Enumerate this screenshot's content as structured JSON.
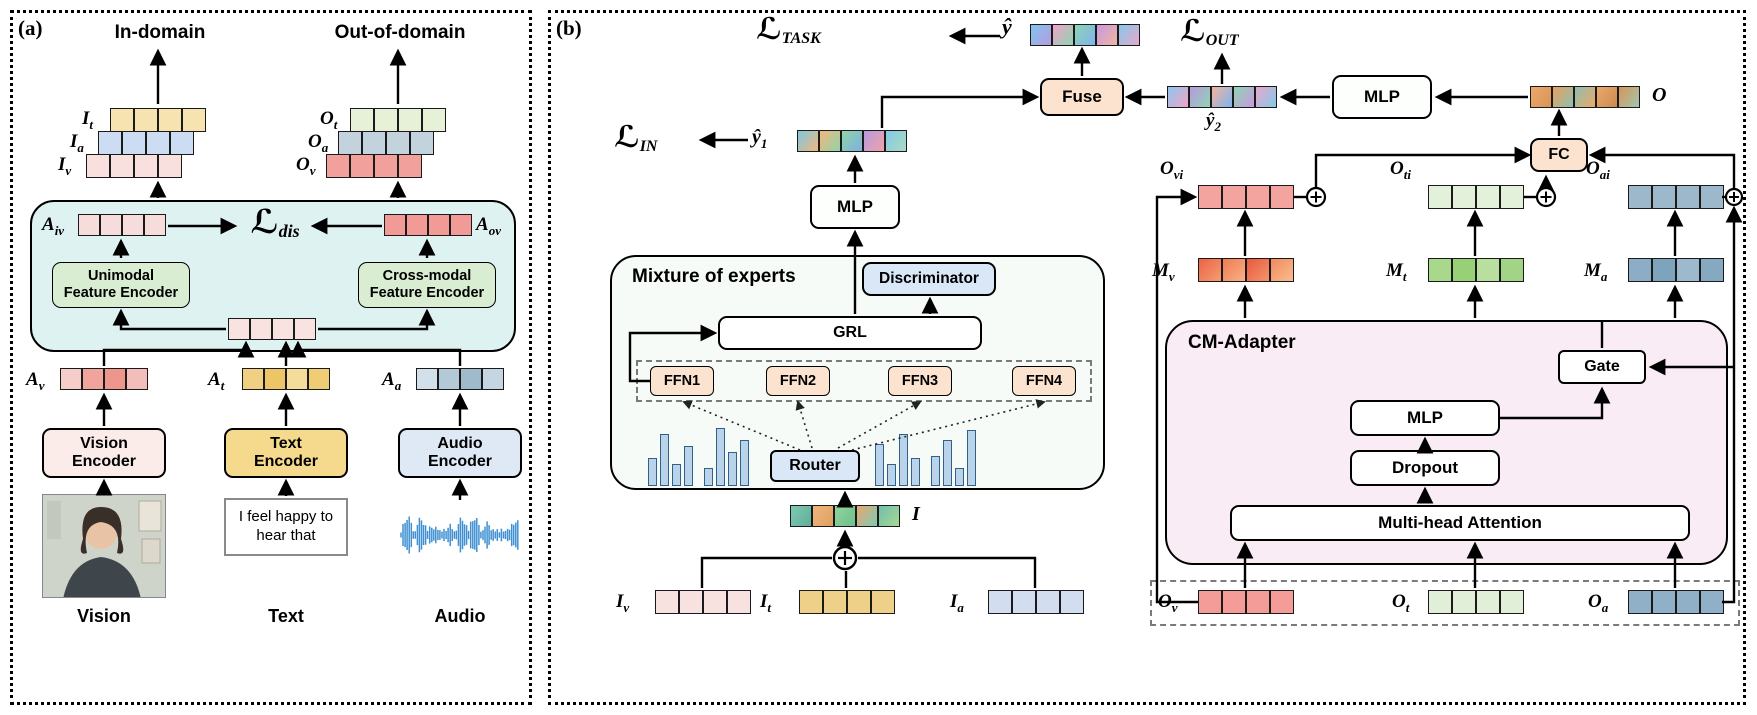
{
  "panel_a": {
    "tag": "(a)",
    "in_domain": "In-domain",
    "out_domain": "Out-of-domain",
    "loss_dis": {
      "l": "ℒ",
      "sub": "dis"
    },
    "rows": {
      "it": {
        "base": "I",
        "sub": "t",
        "cells": [
          "#f7e3b0",
          "#f7e3b0",
          "#f7e3b0",
          "#f7e3b0"
        ]
      },
      "ia": {
        "base": "I",
        "sub": "a",
        "cells": [
          "#ccdcf2",
          "#ccdcf2",
          "#ccdcf2",
          "#ccdcf2"
        ]
      },
      "iv": {
        "base": "I",
        "sub": "v",
        "cells": [
          "#f7e0de",
          "#f7e0de",
          "#f7e0de",
          "#f7e0de"
        ]
      },
      "ot": {
        "base": "O",
        "sub": "t",
        "cells": [
          "#e6f1d8",
          "#e6f1d8",
          "#e6f1d8",
          "#e6f1d8"
        ]
      },
      "oa": {
        "base": "O",
        "sub": "a",
        "cells": [
          "#c3d3dd",
          "#c3d3dd",
          "#c3d3dd",
          "#c3d3dd"
        ]
      },
      "ov": {
        "base": "O",
        "sub": "v",
        "cells": [
          "#f2a09b",
          "#f2a09b",
          "#f2a09b",
          "#f2a09b"
        ]
      },
      "aiv": {
        "base": "A",
        "sub": "iv",
        "cells": [
          "#f6dcda",
          "#f6dcda",
          "#f6dcda",
          "#f6dcda"
        ]
      },
      "aov": {
        "base": "A",
        "sub": "ov",
        "cells": [
          "#f29b96",
          "#f29b96",
          "#f29b96",
          "#f29b96"
        ]
      },
      "center": {
        "cells": [
          "#f8e3e1",
          "#f8e3e1",
          "#f8e3e1",
          "#f8e3e1"
        ]
      },
      "av": {
        "base": "A",
        "sub": "v",
        "cells": [
          "#f5cdc9",
          "#f0a49c",
          "#ee958c",
          "#f3beb9"
        ]
      },
      "at": {
        "base": "A",
        "sub": "t",
        "cells": [
          "#f0d184",
          "#ecc567",
          "#f4dc9b",
          "#eecd75"
        ]
      },
      "aa": {
        "base": "A",
        "sub": "a",
        "cells": [
          "#d2e0eb",
          "#b4c9d8",
          "#9fbacb",
          "#c5d5e2"
        ]
      }
    },
    "unimodal": {
      "line1": "Unimodal",
      "line2": "Feature Encoder"
    },
    "crossmodal": {
      "line1": "Cross-modal",
      "line2": "Feature Encoder"
    },
    "vision_encoder": {
      "line1": "Vision",
      "line2": "Encoder"
    },
    "text_encoder": {
      "line1": "Text",
      "line2": "Encoder"
    },
    "audio_encoder": {
      "line1": "Audio",
      "line2": "Encoder"
    },
    "text_sample": "I feel happy to hear that",
    "vision_label": "Vision",
    "text_label": "Text",
    "audio_label": "Audio"
  },
  "panel_b": {
    "tag": "(b)",
    "loss_task": {
      "l": "ℒ",
      "sub": "TASK"
    },
    "loss_out": {
      "l": "ℒ",
      "sub": "OUT"
    },
    "loss_in": {
      "l": "ℒ",
      "sub": "IN"
    },
    "fuse_label": "Fuse",
    "mlp_top_label": "MLP",
    "mlp_mid_label": "MLP",
    "fc_label": "FC",
    "moe": {
      "title": "Mixture of experts",
      "discriminator": "Discriminator",
      "grl": "GRL",
      "ffn1": "FFN1",
      "ffn2": "FFN2",
      "ffn3": "FFN3",
      "ffn4": "FFN4",
      "router": "Router",
      "histograms": [
        [
          28,
          52,
          22,
          40
        ],
        [
          18,
          58,
          34,
          46
        ],
        [
          42,
          22,
          52,
          28
        ],
        [
          30,
          46,
          18,
          56
        ]
      ]
    },
    "cm": {
      "title": "CM-Adapter",
      "gate": "Gate",
      "mlp": "MLP",
      "dropout": "Dropout",
      "mha": "Multi-head Attention"
    },
    "rows": {
      "yhat": {
        "base": "ŷ",
        "cells": [
          "linear-gradient(125deg,#7fc6ee,#b79ade)",
          "linear-gradient(125deg,#f0a3c8,#8fd4b2)",
          "linear-gradient(125deg,#8fd4b2,#7fb4ee)",
          "linear-gradient(125deg,#c79ae0,#f2b4a0)",
          "linear-gradient(125deg,#86c8e8,#e8a8cc)"
        ]
      },
      "yhat2": {
        "base": "ŷ",
        "sub": "2",
        "cells": [
          "linear-gradient(125deg,#8fc6ee,#f0a3c8)",
          "linear-gradient(125deg,#b79ade,#8fd4b2)",
          "linear-gradient(125deg,#f2b4a0,#7fb4ee)",
          "linear-gradient(125deg,#8fd4b2,#c79ae0)",
          "linear-gradient(125deg,#e8a8cc,#86c8e8)"
        ]
      },
      "yhat1": {
        "base": "ŷ",
        "sub": "1",
        "cells": [
          "linear-gradient(125deg,#7ec8e0,#f2b67e)",
          "linear-gradient(125deg,#f2b67e,#8fd4a8)",
          "linear-gradient(125deg,#8fd4a8,#7fb0e0)",
          "linear-gradient(125deg,#b79ade,#f0a3a8)",
          "linear-gradient(125deg,#86c8e8,#a8dcc0)"
        ]
      },
      "o_top": {
        "base": "O",
        "cells": [
          "linear-gradient(125deg,#eda86a,#d89558)",
          "linear-gradient(125deg,#e8a060,#8fbfae)",
          "linear-gradient(125deg,#8fbfae,#eda86a)",
          "linear-gradient(125deg,#eda86a,#c98a50)",
          "linear-gradient(125deg,#d89558,#9fc7b2)"
        ]
      },
      "i_mid": {
        "base": "I",
        "cells": [
          "linear-gradient(125deg,#7fc9b4,#5fae9a)",
          "linear-gradient(125deg,#f0b57e,#e0a060)",
          "linear-gradient(125deg,#8fd4a0,#6fbf8a)",
          "linear-gradient(125deg,#e8a870,#7fc9b4)",
          "linear-gradient(125deg,#6fbfae,#a8d890)"
        ]
      },
      "iv": {
        "base": "I",
        "sub": "v",
        "cells": [
          "#f7e2e0",
          "#f7e2e0",
          "#f7e2e0",
          "#f7e2e0"
        ]
      },
      "it": {
        "base": "I",
        "sub": "t",
        "cells": [
          "#efd088",
          "#efd088",
          "#efd088",
          "#efd088"
        ]
      },
      "ia": {
        "base": "I",
        "sub": "a",
        "cells": [
          "#d2def0",
          "#d2def0",
          "#d2def0",
          "#d2def0"
        ]
      },
      "ovi": {
        "base": "O",
        "sub": "vi",
        "cells": [
          "#f4a49f",
          "#f4a49f",
          "#f4a49f",
          "#f4a49f"
        ]
      },
      "oti": {
        "base": "O",
        "sub": "ti",
        "cells": [
          "#e4f1da",
          "#e4f1da",
          "#e4f1da",
          "#e4f1da"
        ]
      },
      "oai": {
        "base": "O",
        "sub": "ai",
        "cells": [
          "#9db8ca",
          "#9db8ca",
          "#9db8ca",
          "#9db8ca"
        ]
      },
      "mv": {
        "base": "M",
        "sub": "v",
        "cells": [
          "linear-gradient(135deg,#eb6347,#f59d72)",
          "linear-gradient(135deg,#f07a52,#f8b286)",
          "linear-gradient(135deg,#e85a40,#f4946a)",
          "linear-gradient(135deg,#f18a5c,#f9bd90)"
        ]
      },
      "mt": {
        "base": "M",
        "sub": "t",
        "cells": [
          "#a9d78b",
          "#98d077",
          "#b8df9e",
          "#a2d485"
        ]
      },
      "ma": {
        "base": "M",
        "sub": "a",
        "cells": [
          "#8cadc5",
          "#7da3bd",
          "#9cb9ce",
          "#86a9c2"
        ]
      },
      "ov": {
        "base": "O",
        "sub": "v",
        "cells": [
          "#f49c97",
          "#f49c97",
          "#f49c97",
          "#f49c97"
        ]
      },
      "ot": {
        "base": "O",
        "sub": "t",
        "cells": [
          "#e2efd8",
          "#e2efd8",
          "#e2efd8",
          "#e2efd8"
        ]
      },
      "oa": {
        "base": "O",
        "sub": "a",
        "cells": [
          "#8fb0c7",
          "#8fb0c7",
          "#8fb0c7",
          "#8fb0c7"
        ]
      }
    }
  },
  "colors": {
    "disentangle_bg": "#dff2f2",
    "encoder_green": "#d9edd3",
    "vision_bg": "#fbecea",
    "text_bg": "#f5d98c",
    "audio_bg": "#dfe9f6",
    "peach": "#fbe3cf",
    "blue_box": "#d9e7f6",
    "moe_bg": "#f7fbf8",
    "cm_bg": "#f9ecf5",
    "bar_fill": "#b9d4e8",
    "bar_border": "#31608c",
    "waveform": "#3f8fd2"
  }
}
